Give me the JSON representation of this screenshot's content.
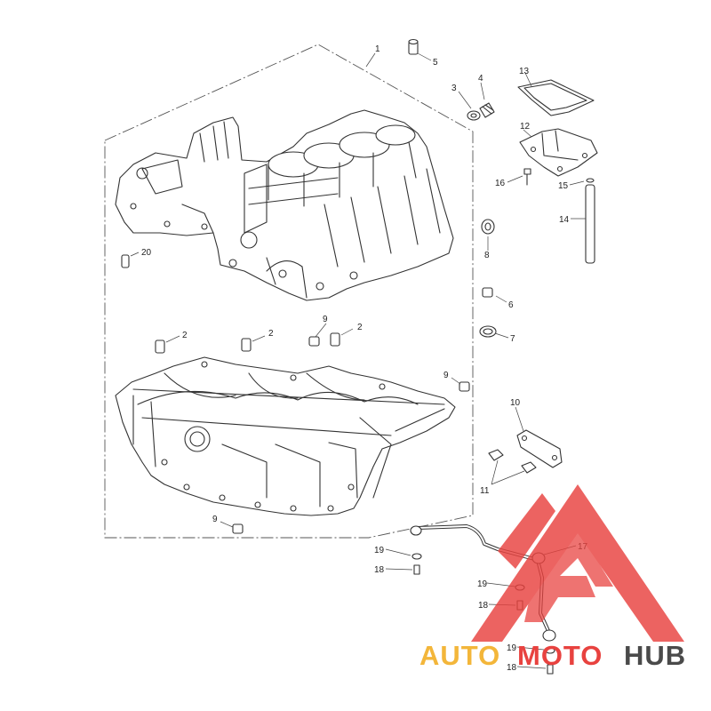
{
  "callouts": {
    "c1": "1",
    "c2a": "2",
    "c2b": "2",
    "c2c": "2",
    "c3": "3",
    "c4": "4",
    "c5": "5",
    "c6": "6",
    "c7": "7",
    "c8": "8",
    "c9a": "9",
    "c9b": "9",
    "c9c": "9",
    "c10": "10",
    "c11": "11",
    "c12": "12",
    "c13": "13",
    "c14": "14",
    "c15": "15",
    "c16": "16",
    "c17": "17",
    "c18a": "18",
    "c18b": "18",
    "c18c": "18",
    "c19a": "19",
    "c19b": "19",
    "c19c": "19",
    "c20": "20"
  },
  "watermark": {
    "part1": "AUTO",
    "part2": "MOTO",
    "part3": "HUB",
    "color_orange": "#f3b63a",
    "color_red": "#e8423f",
    "color_gray": "#4a4a4a"
  }
}
